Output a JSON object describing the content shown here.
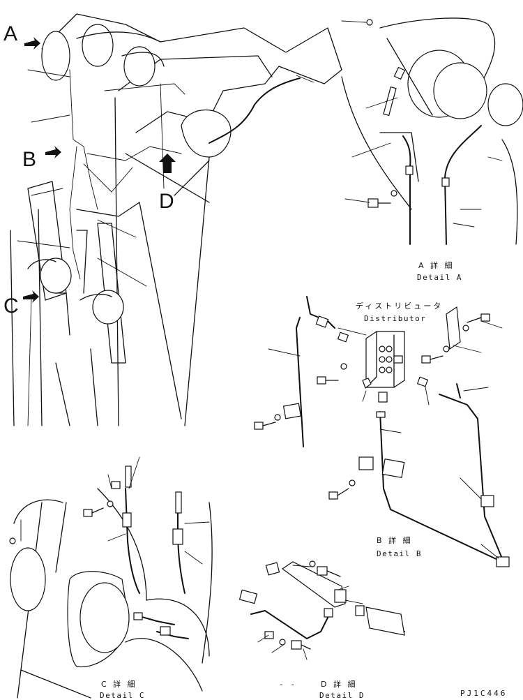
{
  "overview": {
    "callouts": [
      "A",
      "B",
      "C",
      "D"
    ]
  },
  "detail_a": {
    "jp": "A 詳 細",
    "en": "Detail A"
  },
  "detail_b": {
    "jp": "B 詳 細",
    "en": "Detail B"
  },
  "detail_c": {
    "jp": "C 詳 細",
    "en": "Detail C"
  },
  "detail_d": {
    "jp": "D 詳 細",
    "en": "Detail D",
    "prefix": "- -"
  },
  "distributor": {
    "jp": "ディストリビュータ",
    "en": "Distributor"
  },
  "drawing_code": "PJ1C446"
}
